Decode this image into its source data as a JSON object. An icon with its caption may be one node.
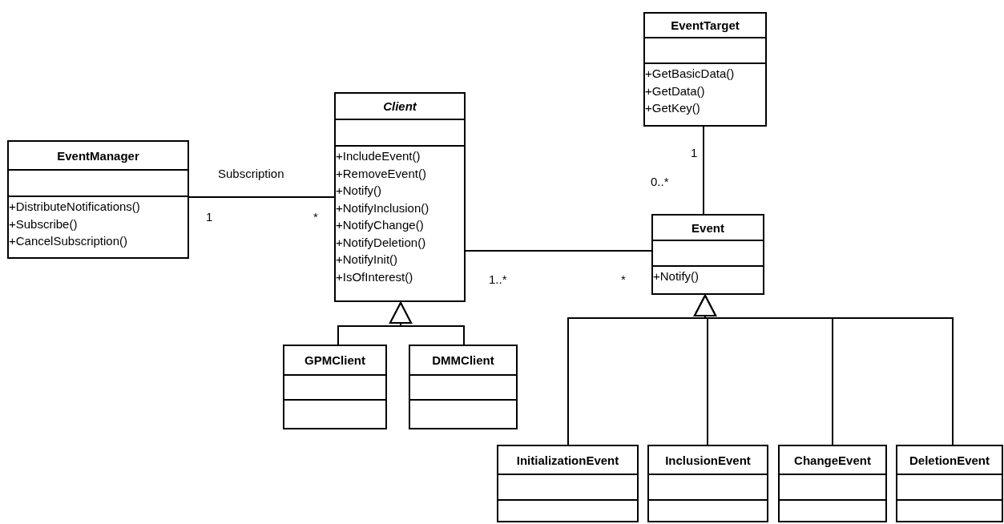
{
  "diagram": {
    "nodes": [
      {
        "text": [
          "EventTarget",
          "+GetBasicData()",
          "+GetData()",
          "+GetKey()"
        ]
      },
      {
        "text": [
          "Client",
          "+IncludeEvent()",
          "+RemoveEvent()",
          "+Notify()",
          "+NotifyInclusion()",
          "+NotifyChange()",
          "+NotifyDeletion()",
          "+NotifyInit()",
          "+IsOfInterest()"
        ]
      },
      {
        "text": [
          "EventManager",
          "+DistributeNotifications()",
          "+Subscribe()",
          "+CancelSubscription()"
        ]
      },
      {
        "text": [
          "Event",
          "+Notify()"
        ]
      },
      {
        "text": [
          "GPMClient"
        ]
      },
      {
        "text": [
          "DMMClient"
        ]
      },
      {
        "text": [
          "InitializationEvent"
        ]
      },
      {
        "text": [
          "InclusionEvent"
        ]
      },
      {
        "text": [
          "ChangeEvent"
        ]
      },
      {
        "text": [
          "DeletionEvent"
        ]
      }
    ],
    "edges": [
      {
        "from": 2,
        "to": 1,
        "arrow": "none",
        "label": "Subscription"
      },
      {
        "from": 1,
        "to": 3,
        "arrow": "none"
      },
      {
        "from": 0,
        "to": 3,
        "arrow": "none"
      },
      {
        "from": 4,
        "to": 1,
        "arrow": "to"
      },
      {
        "from": 5,
        "to": 1,
        "arrow": "to"
      },
      {
        "from": 6,
        "to": 3,
        "arrow": "to"
      },
      {
        "from": 7,
        "to": 3,
        "arrow": "to"
      },
      {
        "from": 8,
        "to": 3,
        "arrow": "to"
      },
      {
        "from": 9,
        "to": 3,
        "arrow": "to"
      }
    ],
    "labels": [
      "1",
      "*",
      "1..*",
      "*",
      "1",
      "0..*"
    ]
  }
}
